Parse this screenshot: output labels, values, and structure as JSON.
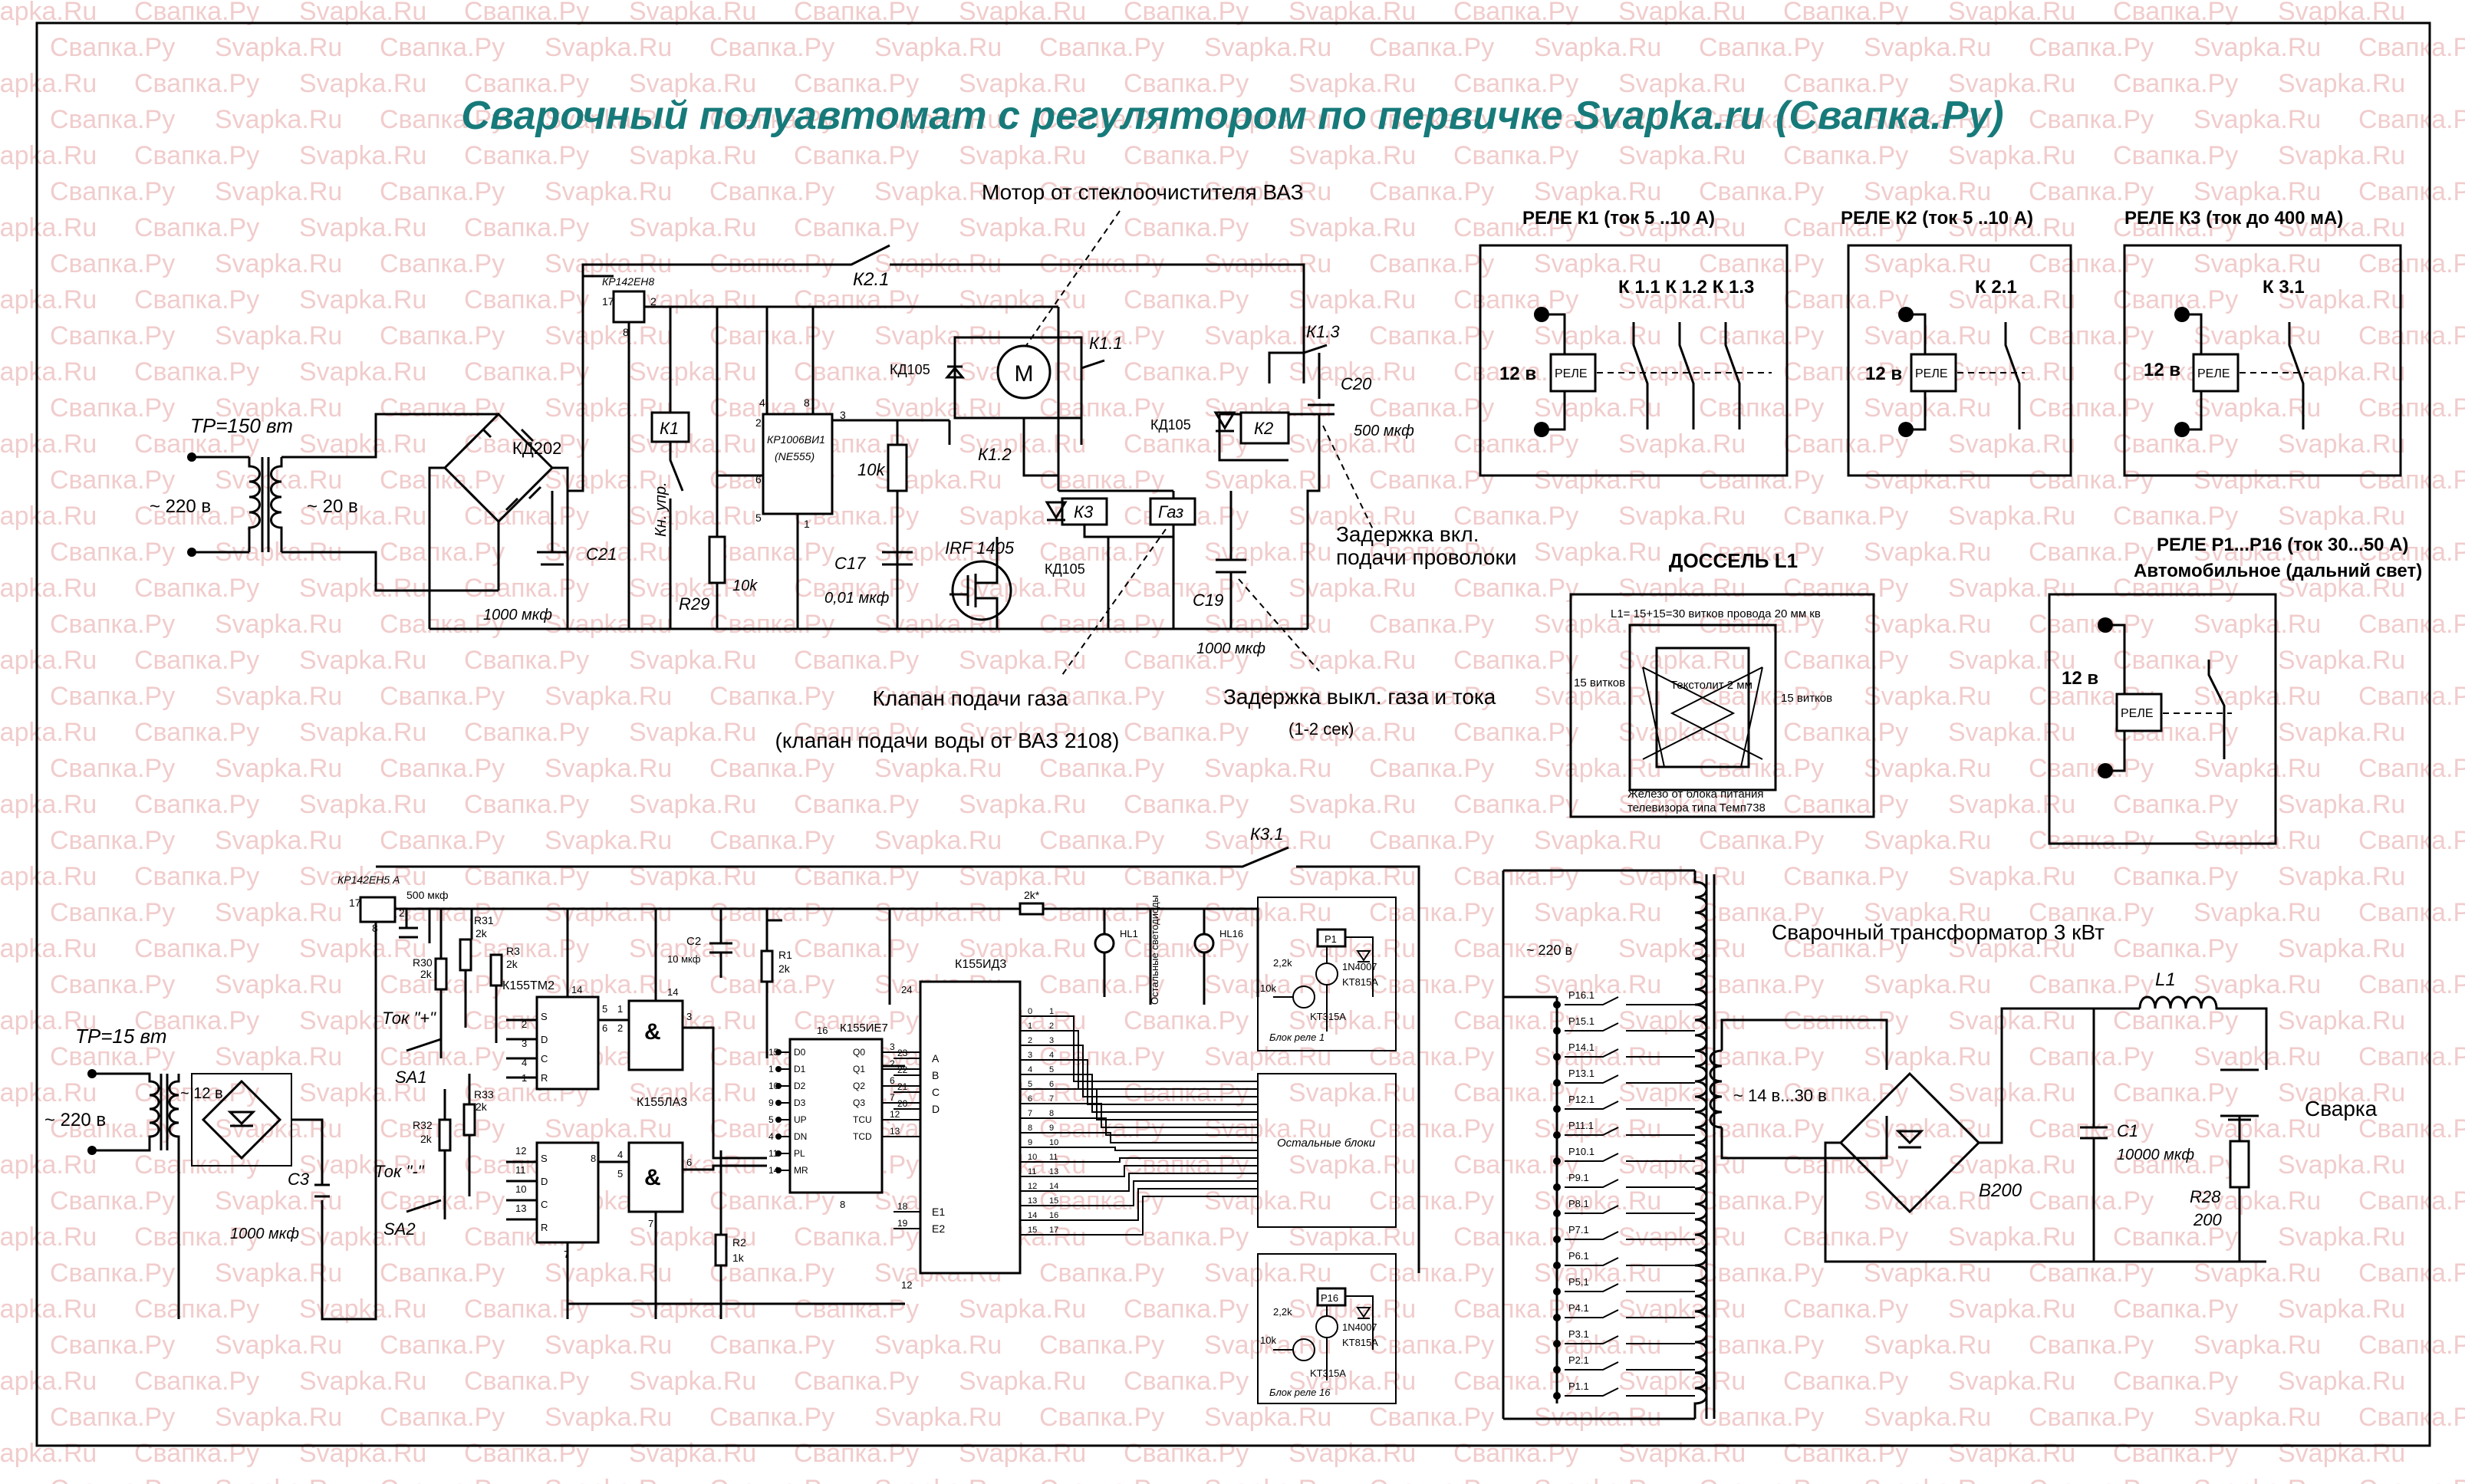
{
  "title": "Сварочный полуавтомат с регулятором по первичке  Svapka.ru (Свапка.Ру)",
  "watermark": [
    "Svapka.Ru",
    "Свапка.Ру"
  ],
  "upper_circuit": {
    "tr_label": "ТР=150  вт",
    "mains": "~  220 в",
    "secondary": "~  20 в",
    "bridge": "КД202",
    "c21": "C21",
    "c21_value": "1000 мкф",
    "regulator": "КР142ЕН8",
    "reg_pins": [
      "17",
      "2",
      "8"
    ],
    "k21": "К2.1",
    "k1": "К1",
    "button": "Кн. упр.",
    "r29": "R29",
    "r29_value": "10k",
    "timer": "КР1006ВИ1",
    "timer_alt": "(NE555)",
    "timer_pins": [
      "4",
      "8",
      "3",
      "2",
      "6",
      "1",
      "5"
    ],
    "r10k": "10k",
    "c17": "C17",
    "c17_value": "0,01 мкф",
    "mosfet": "IRF 1405",
    "motor_label": "Мотор от стеклоочистителя ВАЗ",
    "motor_symbol": "M",
    "kd105_a": "КД105",
    "kd105_b": "КД105",
    "kd105_c": "КД105",
    "k11": "К1.1",
    "k12": "К1.2",
    "k3": "К3",
    "gas": "Газ",
    "c19": "C19",
    "c19_value": "1000 мкф",
    "k2": "К2",
    "k13": "К1.3",
    "c20": "C20",
    "c20_value": "500 мкф",
    "delay_on": [
      "Задержка вкл.",
      "подачи проволоки"
    ],
    "gas_valve": [
      "Клапан подачи газа",
      "(клапан подачи воды от ВАЗ 2108)"
    ],
    "delay_off": [
      "Задержка выкл. газа и тока",
      "(1-2 сек)"
    ]
  },
  "relays": {
    "k1": {
      "title": "РЕЛЕ К1 (ток 5 ..10 А)",
      "voltage": "12 в",
      "coil": "РЕЛЕ",
      "contacts": "К 1.1  К 1.2  К 1.3"
    },
    "k2": {
      "title": "РЕЛЕ К2 (ток 5 ..10 А)",
      "voltage": "12 в",
      "coil": "РЕЛЕ",
      "contacts": "К 2.1"
    },
    "k3": {
      "title": "РЕЛЕ К3 (ток до 400 мА)",
      "voltage": "12 в",
      "coil": "РЕЛЕ",
      "contacts": "К 3.1"
    },
    "p": {
      "title": "РЕЛЕ Р1...Р16 (ток 30...50 А)",
      "subtitle": "Автомобильное (дальний свет)",
      "voltage": "12 в",
      "coil": "РЕЛЕ"
    }
  },
  "choke": {
    "title": "ДОССЕЛЬ L1",
    "l1": "L1= 15+15=30 витков провода 20 мм кв",
    "left_turns": "15 витков",
    "right_turns": "15 витков",
    "textolite": "Текстолит 2 мм",
    "iron": [
      "Железо от блока питания",
      "телевизора типа Темп738"
    ]
  },
  "lower_circuit": {
    "tr_label": "ТР=15  вт",
    "mains": "~  220 в",
    "secondary": "~ 12 в",
    "c3": "C3",
    "c3_value": "1000 мкф",
    "regulator": "КР142ЕН5 А",
    "reg_cap": "500 мкф",
    "reg_pins": [
      "17",
      "2",
      "8"
    ],
    "r30": "R30",
    "r30_value": "2k",
    "r31": "R31",
    "r31_value": "2k",
    "r3": "R3",
    "r3_value": "2k",
    "tok_plus": "Ток \"+\"",
    "sa1": "SA1",
    "r32": "R32",
    "r32_value": "2k",
    "r33": "R33",
    "r33_value": "2k",
    "tok_minus": "Ток \"-\"",
    "sa2": "SA2",
    "tm2": "К155ТМ2",
    "tm2_pins": [
      "2",
      "3",
      "4",
      "1",
      "12",
      "11",
      "10",
      "13",
      "14",
      "5",
      "6",
      "7"
    ],
    "tm2_letters": [
      "D",
      "C",
      "S",
      "R",
      "S",
      "D",
      "C",
      "R"
    ],
    "la3": "К155ЛА3",
    "nand": "&",
    "la3_pins": [
      "1",
      "2",
      "3",
      "14",
      "4",
      "5",
      "6",
      "7",
      "8"
    ],
    "c2": "C2",
    "c2_value": "10 мкф",
    "r1": "R1",
    "r1_value": "2k",
    "r2": "R2",
    "r2_value": "1k",
    "ie7": "К155ИЕ7",
    "ie7_left": [
      "D0",
      "D1",
      "D2",
      "D3",
      "UP",
      "DN",
      "PL",
      "MR"
    ],
    "ie7_right": [
      "Q0",
      "Q1",
      "Q2",
      "Q3",
      "TCU",
      "TCD"
    ],
    "ie7_pins_left": [
      "15",
      "1",
      "10",
      "9",
      "5",
      "4",
      "11",
      "14"
    ],
    "ie7_pins_right": [
      "3",
      "2",
      "6",
      "7",
      "12",
      "13"
    ],
    "ie7_top": "16",
    "ie7_bottom": "8",
    "id3": "К155ИД3",
    "id3_left": [
      "A",
      "B",
      "C",
      "D",
      "E1",
      "E2"
    ],
    "id3_left_pins": [
      "23",
      "22",
      "21",
      "20",
      "18",
      "19"
    ],
    "id3_top": "24",
    "id3_bottom": "12",
    "id3_right": [
      "0",
      "1",
      "2",
      "3",
      "4",
      "5",
      "6",
      "7",
      "8",
      "9",
      "10",
      "11",
      "12",
      "13",
      "14",
      "15"
    ],
    "id3_right_pins": [
      "1",
      "2",
      "3",
      "4",
      "5",
      "6",
      "7",
      "8",
      "9",
      "10",
      "11",
      "13",
      "14",
      "15",
      "16",
      "17"
    ],
    "r2k": "2k*",
    "hl1": "HL1",
    "hl16": "HL16",
    "leds": "Остальные светодиоды",
    "k31": "К3.1",
    "block1": "Блок реле 1",
    "block16": "Блок реле 16",
    "other_blocks": "Остальные блоки",
    "r22k": "2,2k",
    "r10k": "10k",
    "p1": "P1",
    "p16": "P16",
    "diode": "1N4007",
    "kt815": "KT815A",
    "kt315": "KT315A"
  },
  "weld": {
    "transformer": "Сварочный трансформатор 3 кВт",
    "primary": "~ 220 в",
    "secondary": "~ 14 в...30 в",
    "taps": [
      "P16.1",
      "P15.1",
      "P14.1",
      "P13.1",
      "P12.1",
      "P11.1",
      "P10.1",
      "P9.1",
      "P8.1",
      "P7.1",
      "P6.1",
      "P5.1",
      "P4.1",
      "P3.1",
      "P2.1",
      "P1.1"
    ],
    "bridge": "В200",
    "c1": "C1",
    "c1_value": "10000 мкф",
    "l1": "L1",
    "r28": "R28",
    "r28_value": "200",
    "output": "Сварка"
  }
}
